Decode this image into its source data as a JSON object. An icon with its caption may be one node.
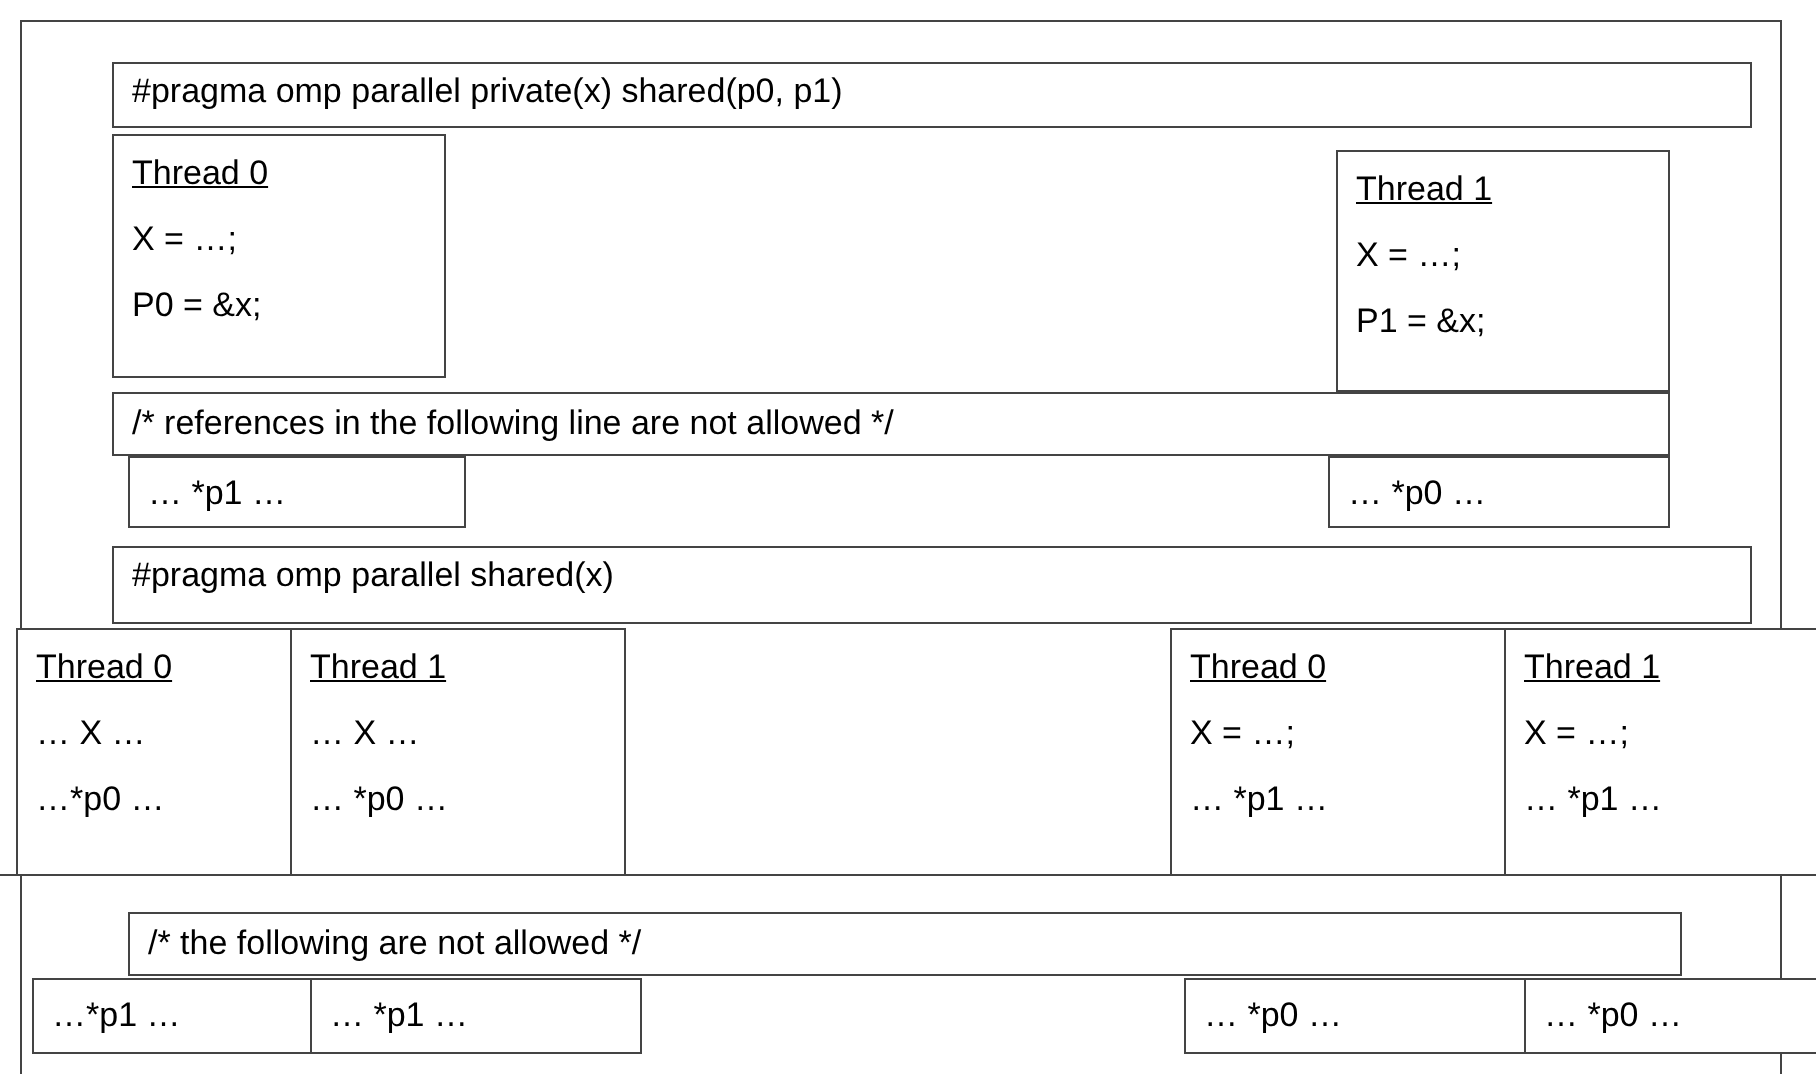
{
  "diagram": {
    "nodes": [
      {
        "text": [
          "#pragma omp parallel private(x) shared(p0, p1)"
        ]
      },
      {
        "text": [
          "Thread 0",
          "X = …;",
          "P0 = &x;"
        ]
      },
      {
        "text": [
          "Thread 1",
          "X = …;",
          "P1 = &x;"
        ]
      },
      {
        "text": [
          "/* references in the following line are not allowed */"
        ]
      },
      {
        "text": [
          "… *p1 …"
        ]
      },
      {
        "text": [
          "… *p0 …"
        ]
      },
      {
        "text": [
          "#pragma omp parallel shared(x)"
        ]
      },
      {
        "text": [
          "Thread 0",
          "… X …",
          "…*p0 …"
        ]
      },
      {
        "text": [
          "Thread 1",
          "… X …",
          "… *p0 …"
        ]
      },
      {
        "text": [
          "Thread 0",
          "X = …;",
          "… *p1 …"
        ]
      },
      {
        "text": [
          "Thread 1",
          "X = …;",
          "… *p1 …"
        ]
      },
      {
        "text": [
          "/* the following are not allowed */"
        ]
      },
      {
        "text": [
          "…*p1 …"
        ]
      },
      {
        "text": [
          "… *p1 …"
        ]
      },
      {
        "text": [
          "… *p0 …"
        ]
      },
      {
        "text": [
          "… *p0 …"
        ]
      }
    ]
  }
}
